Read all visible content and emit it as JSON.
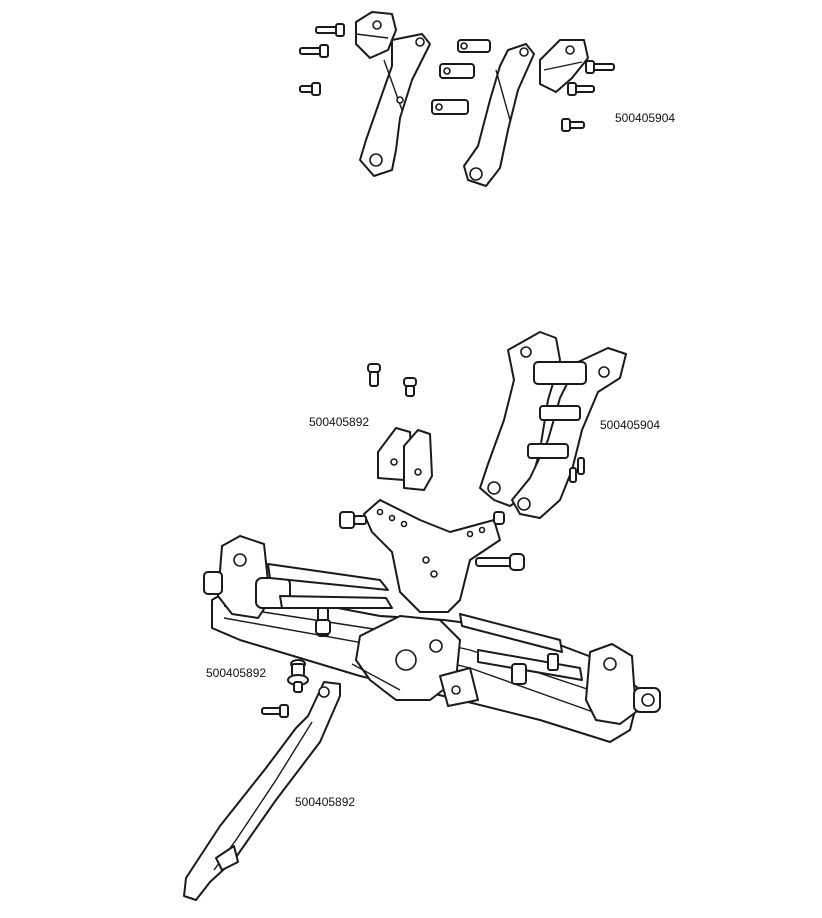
{
  "labels": {
    "top_right": "500405904",
    "mid_left": "500405892",
    "mid_right": "500405904",
    "lower_left": "500405892",
    "bottom": "500405892"
  }
}
